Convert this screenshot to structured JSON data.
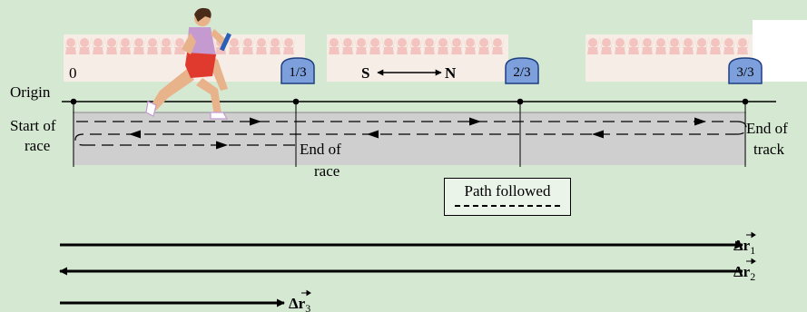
{
  "labels": {
    "origin": "Origin",
    "zero": "0",
    "start_line1": "Start of",
    "start_line2": "race",
    "end_race_line1": "End of",
    "end_race_line2": "race",
    "end_track_line1": "End of",
    "end_track_line2": "track",
    "south": "S",
    "north": "N"
  },
  "markers": [
    "1/3",
    "2/3",
    "3/3"
  ],
  "legend": {
    "title": "Path followed"
  },
  "vectors": [
    {
      "symbol": "Δr",
      "subscript": "1",
      "direction": "north"
    },
    {
      "symbol": "Δr",
      "subscript": "2",
      "direction": "south"
    },
    {
      "symbol": "Δr",
      "subscript": "3",
      "direction": "north"
    }
  ],
  "colors": {
    "background": "#d5e8d2",
    "track": "#cfcfcf",
    "marker_fill": "#7d9fdc",
    "crowd_pink": "#f3c4bf",
    "crowd_band": "#f6ede6",
    "runner_top": "#c49ad0",
    "runner_shorts": "#e03a2f",
    "runner_skin": "#e8b38a"
  }
}
